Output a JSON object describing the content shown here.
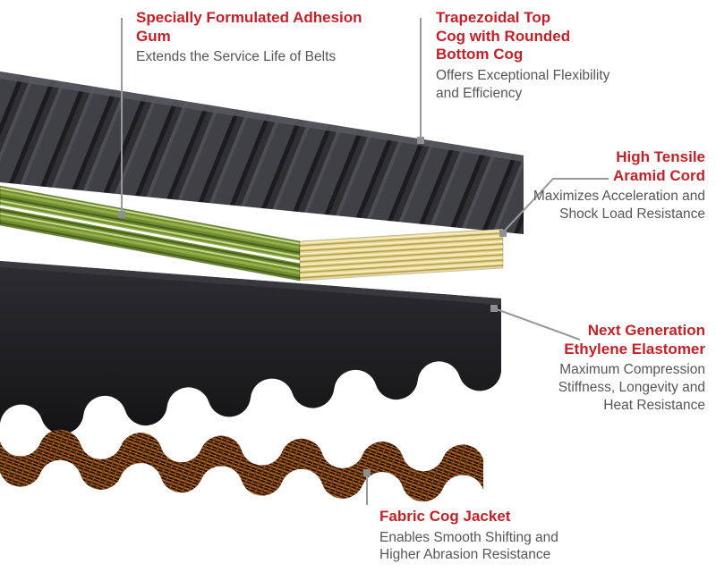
{
  "labels": {
    "adhesion_gum": {
      "title": "Specially Formulated Adhesion Gum",
      "description": "Extends the Service Life of Belts"
    },
    "top_cog": {
      "title": "Trapezoidal Top Cog with Rounded Bottom Cog",
      "description": "Offers Exceptional Flexibility and Efficiency"
    },
    "aramid_cord": {
      "title": "High Tensile Aramid Cord",
      "description": "Maximizes Acceleration and Shock Load Resistance"
    },
    "elastomer": {
      "title": "Next Generation Ethylene Elastomer",
      "description": "Maximum Compression Stiffness, Longevity and Heat Resistance"
    },
    "fabric_jacket": {
      "title": "Fabric Cog Jacket",
      "description": "Enables Smooth Shifting and Higher Abrasion Resistance"
    }
  },
  "colors": {
    "heading": "#c32127",
    "body_text": "#55565a",
    "leader": "#97999b",
    "marker": "#8d9093",
    "belt_top_cog": "#36363b",
    "adhesion_gum_green": "#6f8c2f",
    "aramid_cord_yellow": "#ead998",
    "elastomer_black": "#1e1e21",
    "fabric_jacket_orange": "#b05f22"
  }
}
